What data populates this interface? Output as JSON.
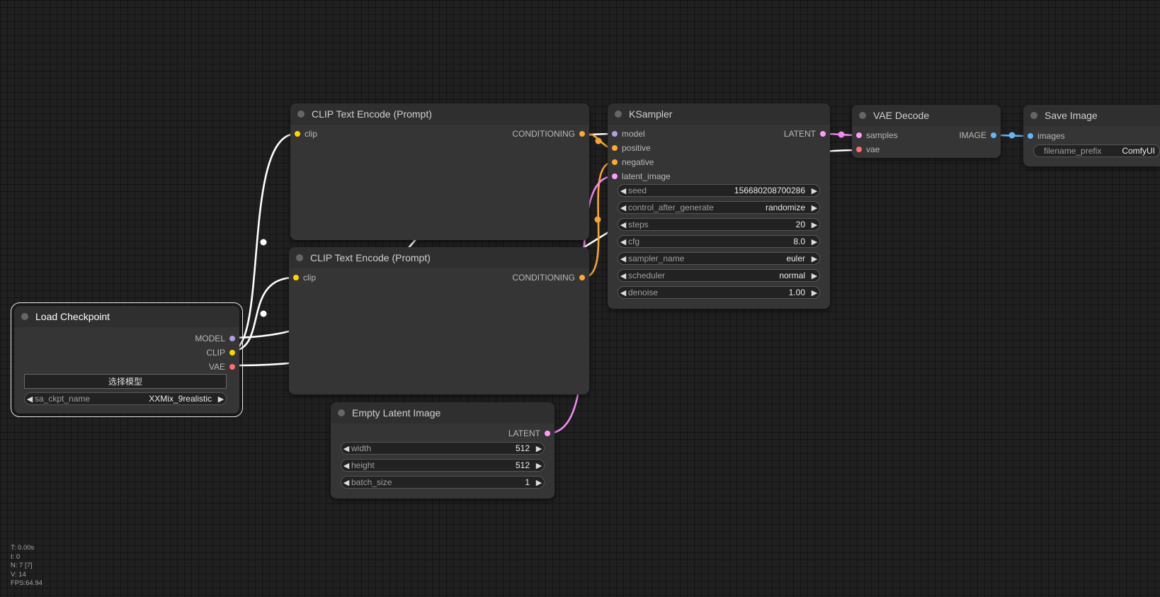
{
  "colors": {
    "background": "#202020",
    "node_body": "#353535",
    "node_title": "#2f2f2f",
    "link_clip": "#ffffff",
    "link_model": "#ffffff",
    "link_vae": "#ffffff",
    "link_conditioning": "#f4a33c",
    "link_latent": "#f08cf0",
    "link_image": "#64b5f6",
    "slot_model": "#b39ddb",
    "slot_clip": "#ffd500",
    "slot_vae": "#ff6e6e",
    "slot_conditioning": "#ffa931",
    "slot_latent": "#ff9cf9",
    "slot_image": "#64b5f6"
  },
  "nodes": {
    "load_checkpoint": {
      "title": "Load Checkpoint",
      "outputs": {
        "model": "MODEL",
        "clip": "CLIP",
        "vae": "VAE"
      },
      "button_label": "选择模型",
      "widget": {
        "label": "sa_ckpt_name",
        "value": "XXMix_9realistic"
      }
    },
    "clip_encode_1": {
      "title": "CLIP Text Encode (Prompt)",
      "input": "clip",
      "output": "CONDITIONING"
    },
    "clip_encode_2": {
      "title": "CLIP Text Encode (Prompt)",
      "input": "clip",
      "output": "CONDITIONING"
    },
    "ksampler": {
      "title": "KSampler",
      "inputs": {
        "model": "model",
        "positive": "positive",
        "negative": "negative",
        "latent_image": "latent_image"
      },
      "output": "LATENT",
      "widgets": [
        {
          "label": "seed",
          "value": "156680208700286"
        },
        {
          "label": "control_after_generate",
          "value": "randomize"
        },
        {
          "label": "steps",
          "value": "20"
        },
        {
          "label": "cfg",
          "value": "8.0"
        },
        {
          "label": "sampler_name",
          "value": "euler"
        },
        {
          "label": "scheduler",
          "value": "normal"
        },
        {
          "label": "denoise",
          "value": "1.00"
        }
      ]
    },
    "vae_decode": {
      "title": "VAE Decode",
      "inputs": {
        "samples": "samples",
        "vae": "vae"
      },
      "output": "IMAGE"
    },
    "save_image": {
      "title": "Save Image",
      "input": "images",
      "widget": {
        "label": "filename_prefix",
        "value": "ComfyUI"
      }
    },
    "empty_latent": {
      "title": "Empty Latent Image",
      "output": "LATENT",
      "widgets": [
        {
          "label": "width",
          "value": "512"
        },
        {
          "label": "height",
          "value": "512"
        },
        {
          "label": "batch_size",
          "value": "1"
        }
      ]
    }
  },
  "stats": [
    "T: 0.00s",
    "I: 0",
    "N: 7 [7]",
    "V: 14",
    "FPS:64.94"
  ]
}
